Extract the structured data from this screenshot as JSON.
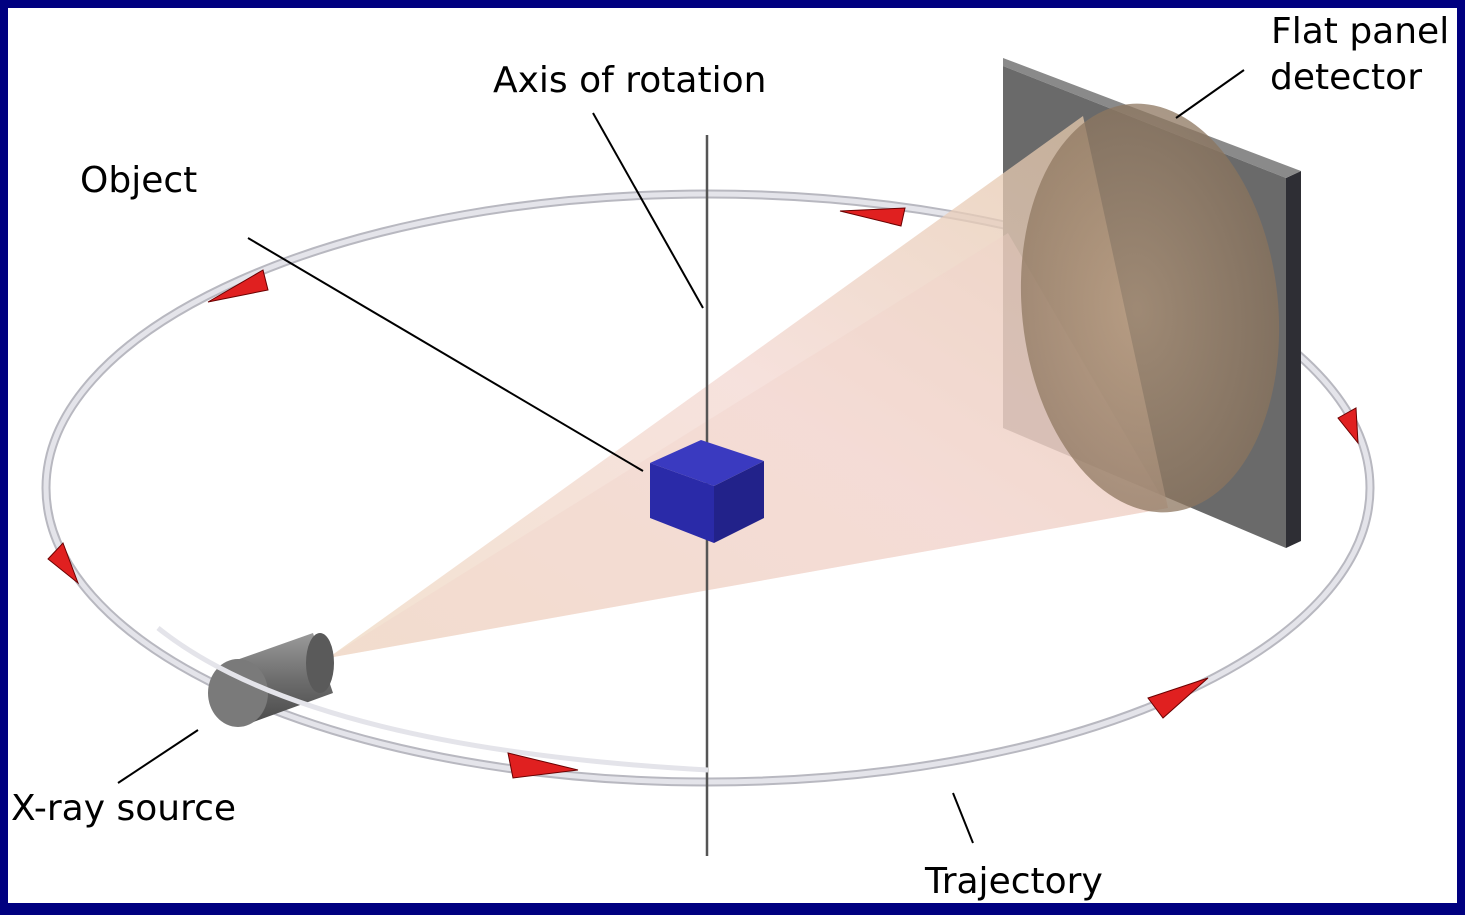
{
  "labels": {
    "axis_of_rotation": "Axis of rotation",
    "object": "Object",
    "detector_line1": "Flat panel",
    "detector_line2": "detector",
    "xray_source": "X-ray source",
    "trajectory": "Trajectory"
  },
  "colors": {
    "frame": "#000080",
    "background": "#ffffff",
    "object_cube": "#2a2aa8",
    "cone_beam": "#e9cfb4",
    "detector_panel": "#6b6b6b",
    "trajectory_ring": "#d9d9dd",
    "direction_arrows": "#e02020",
    "xray_source": "#707070"
  }
}
